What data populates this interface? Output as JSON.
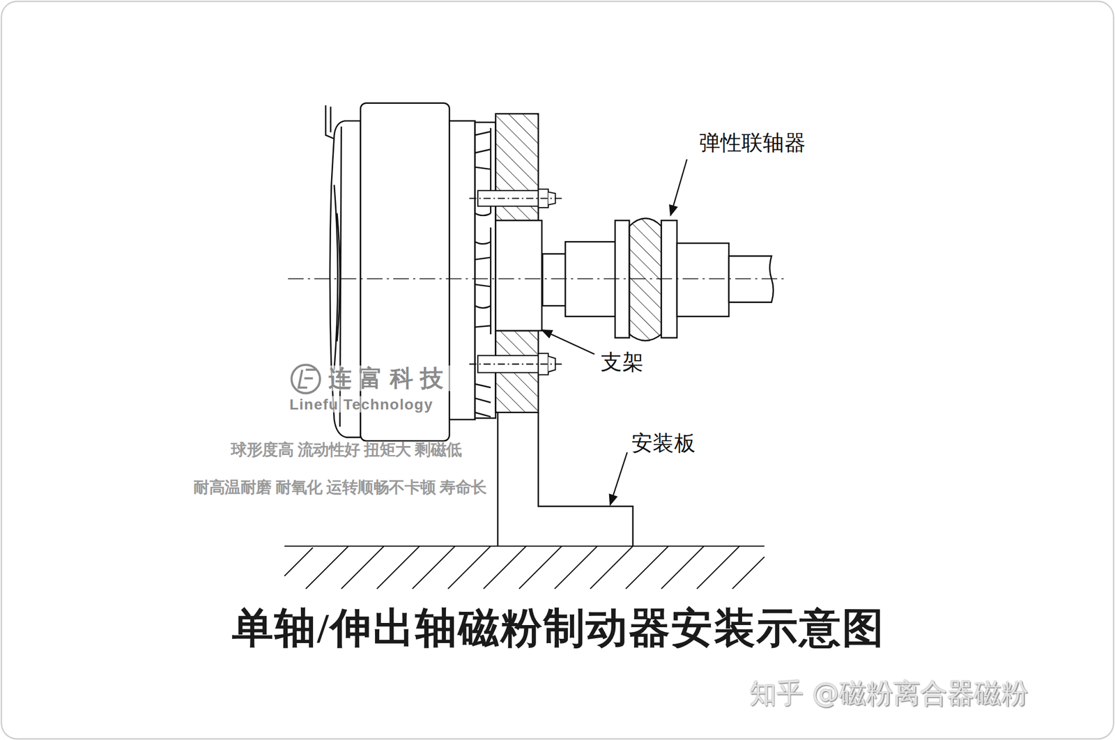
{
  "diagram": {
    "title": "单轴/伸出轴磁粉制动器安装示意图",
    "labels": [
      "弹性联轴器",
      "支架",
      "安装板",
      "连富科技",
      "Linefu Technology",
      "球形度高 流动性好 扭矩大 剩磁低",
      "耐高温耐磨 耐氧化 运转顺畅不卡顿 寿命长",
      "知乎 @磁粉离合器磁粉"
    ]
  }
}
